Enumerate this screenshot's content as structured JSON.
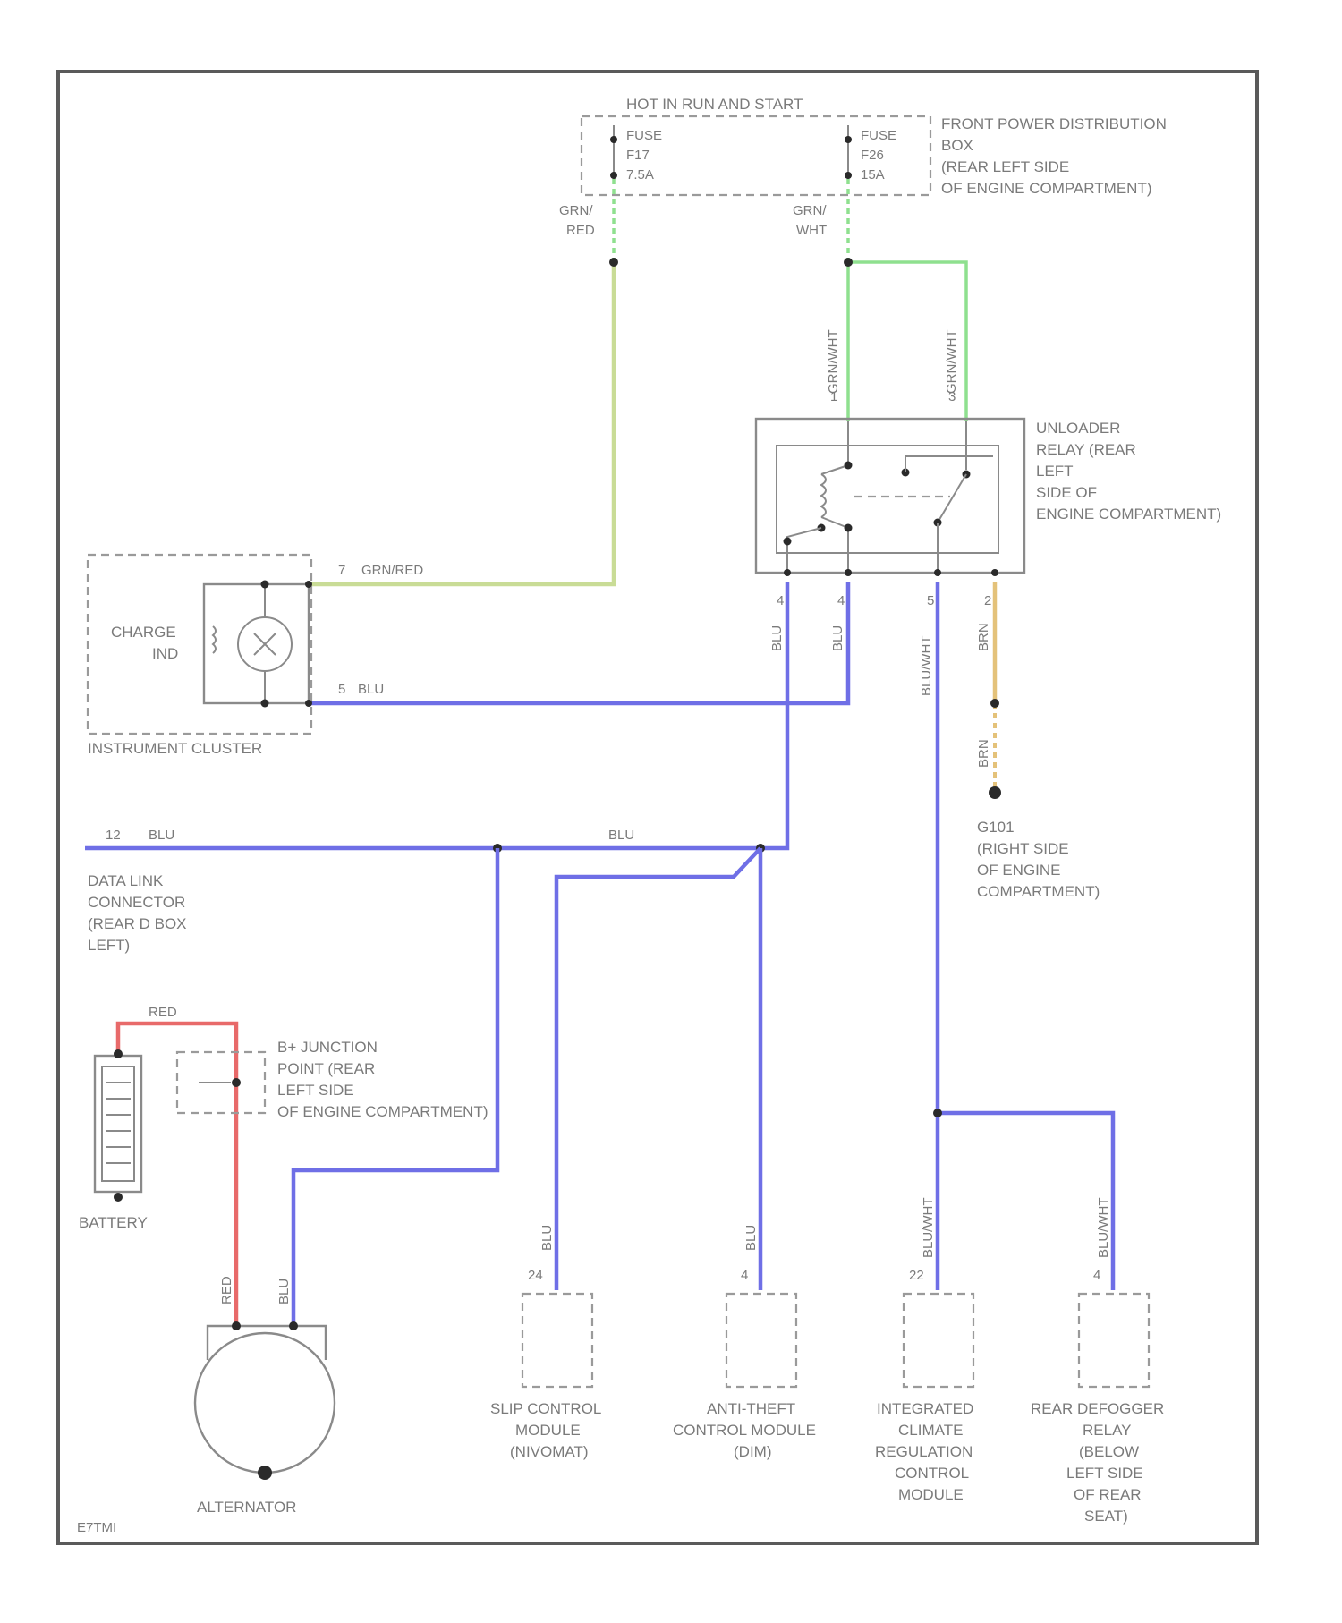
{
  "fuse_box": {
    "header": "HOT IN RUN AND START",
    "fuse_a": [
      "FUSE",
      "F17",
      "7.5A"
    ],
    "fuse_b": [
      "FUSE",
      "F26",
      "15A"
    ],
    "location": [
      "FRONT POWER DISTRIBUTION",
      "BOX",
      "(REAR LEFT SIDE",
      "OF ENGINE COMPARTMENT)"
    ],
    "wire_a": [
      "GRN/",
      "RED"
    ],
    "wire_b": [
      "GRN/",
      "WHT"
    ]
  },
  "relay": {
    "name": [
      "UNLOADER",
      "RELAY (REAR",
      "LEFT",
      "SIDE OF",
      "ENGINE COMPARTMENT)"
    ],
    "wire_top_left": "GRN/WHT",
    "wire_top_right": "GRN/WHT",
    "pin_top_left": "1",
    "pin_top_right": "3",
    "wire_bot_1": "BLU",
    "wire_bot_2": "BLU",
    "wire_bot_3": "BLU/WHT",
    "wire_bot_4": "BRN",
    "pin_bot_1": "4",
    "pin_bot_2": "4",
    "pin_bot_3": "5",
    "pin_bot_4": "2"
  },
  "cluster": {
    "indicator": [
      "CHARGE",
      "IND"
    ],
    "name": "INSTRUMENT CLUSTER",
    "pin7": "7",
    "wire7": "GRN/RED",
    "pin5": "5",
    "wire5": "BLU"
  },
  "ground": {
    "wire": "BRN",
    "name": [
      "G101",
      "(RIGHT SIDE",
      "OF ENGINE",
      "COMPARTMENT)"
    ]
  },
  "dlc": {
    "pin": "12",
    "wire": "BLU",
    "name": [
      "DATA LINK",
      "CONNECTOR",
      "(REAR D BOX",
      "LEFT)"
    ]
  },
  "splice_wire": "BLU",
  "battery": {
    "name": "BATTERY",
    "wire": "RED"
  },
  "junction": {
    "name": [
      "B+ JUNCTION",
      "POINT (REAR",
      "LEFT SIDE",
      "OF ENGINE COMPARTMENT)"
    ]
  },
  "alternator": {
    "name": "ALTERNATOR",
    "wire_a": "RED",
    "wire_b": "BLU"
  },
  "modules": [
    {
      "pin": "24",
      "wire": "BLU",
      "name": [
        "SLIP CONTROL",
        "MODULE",
        "(NIVOMAT)"
      ]
    },
    {
      "pin": "4",
      "wire": "BLU",
      "name": [
        "ANTI-THEFT",
        "CONTROL MODULE",
        "(DIM)"
      ]
    },
    {
      "pin": "22",
      "wire": "BLU/WHT",
      "name": [
        "INTEGRATED",
        "CLIMATE",
        "REGULATION",
        "CONTROL",
        "MODULE"
      ]
    },
    {
      "pin": "4",
      "wire": "BLU/WHT",
      "name": [
        "REAR DEFOGGER",
        "RELAY",
        "(BELOW",
        "LEFT SIDE",
        "OF REAR",
        "SEAT)"
      ]
    }
  ],
  "footer_code": "E7TMI"
}
